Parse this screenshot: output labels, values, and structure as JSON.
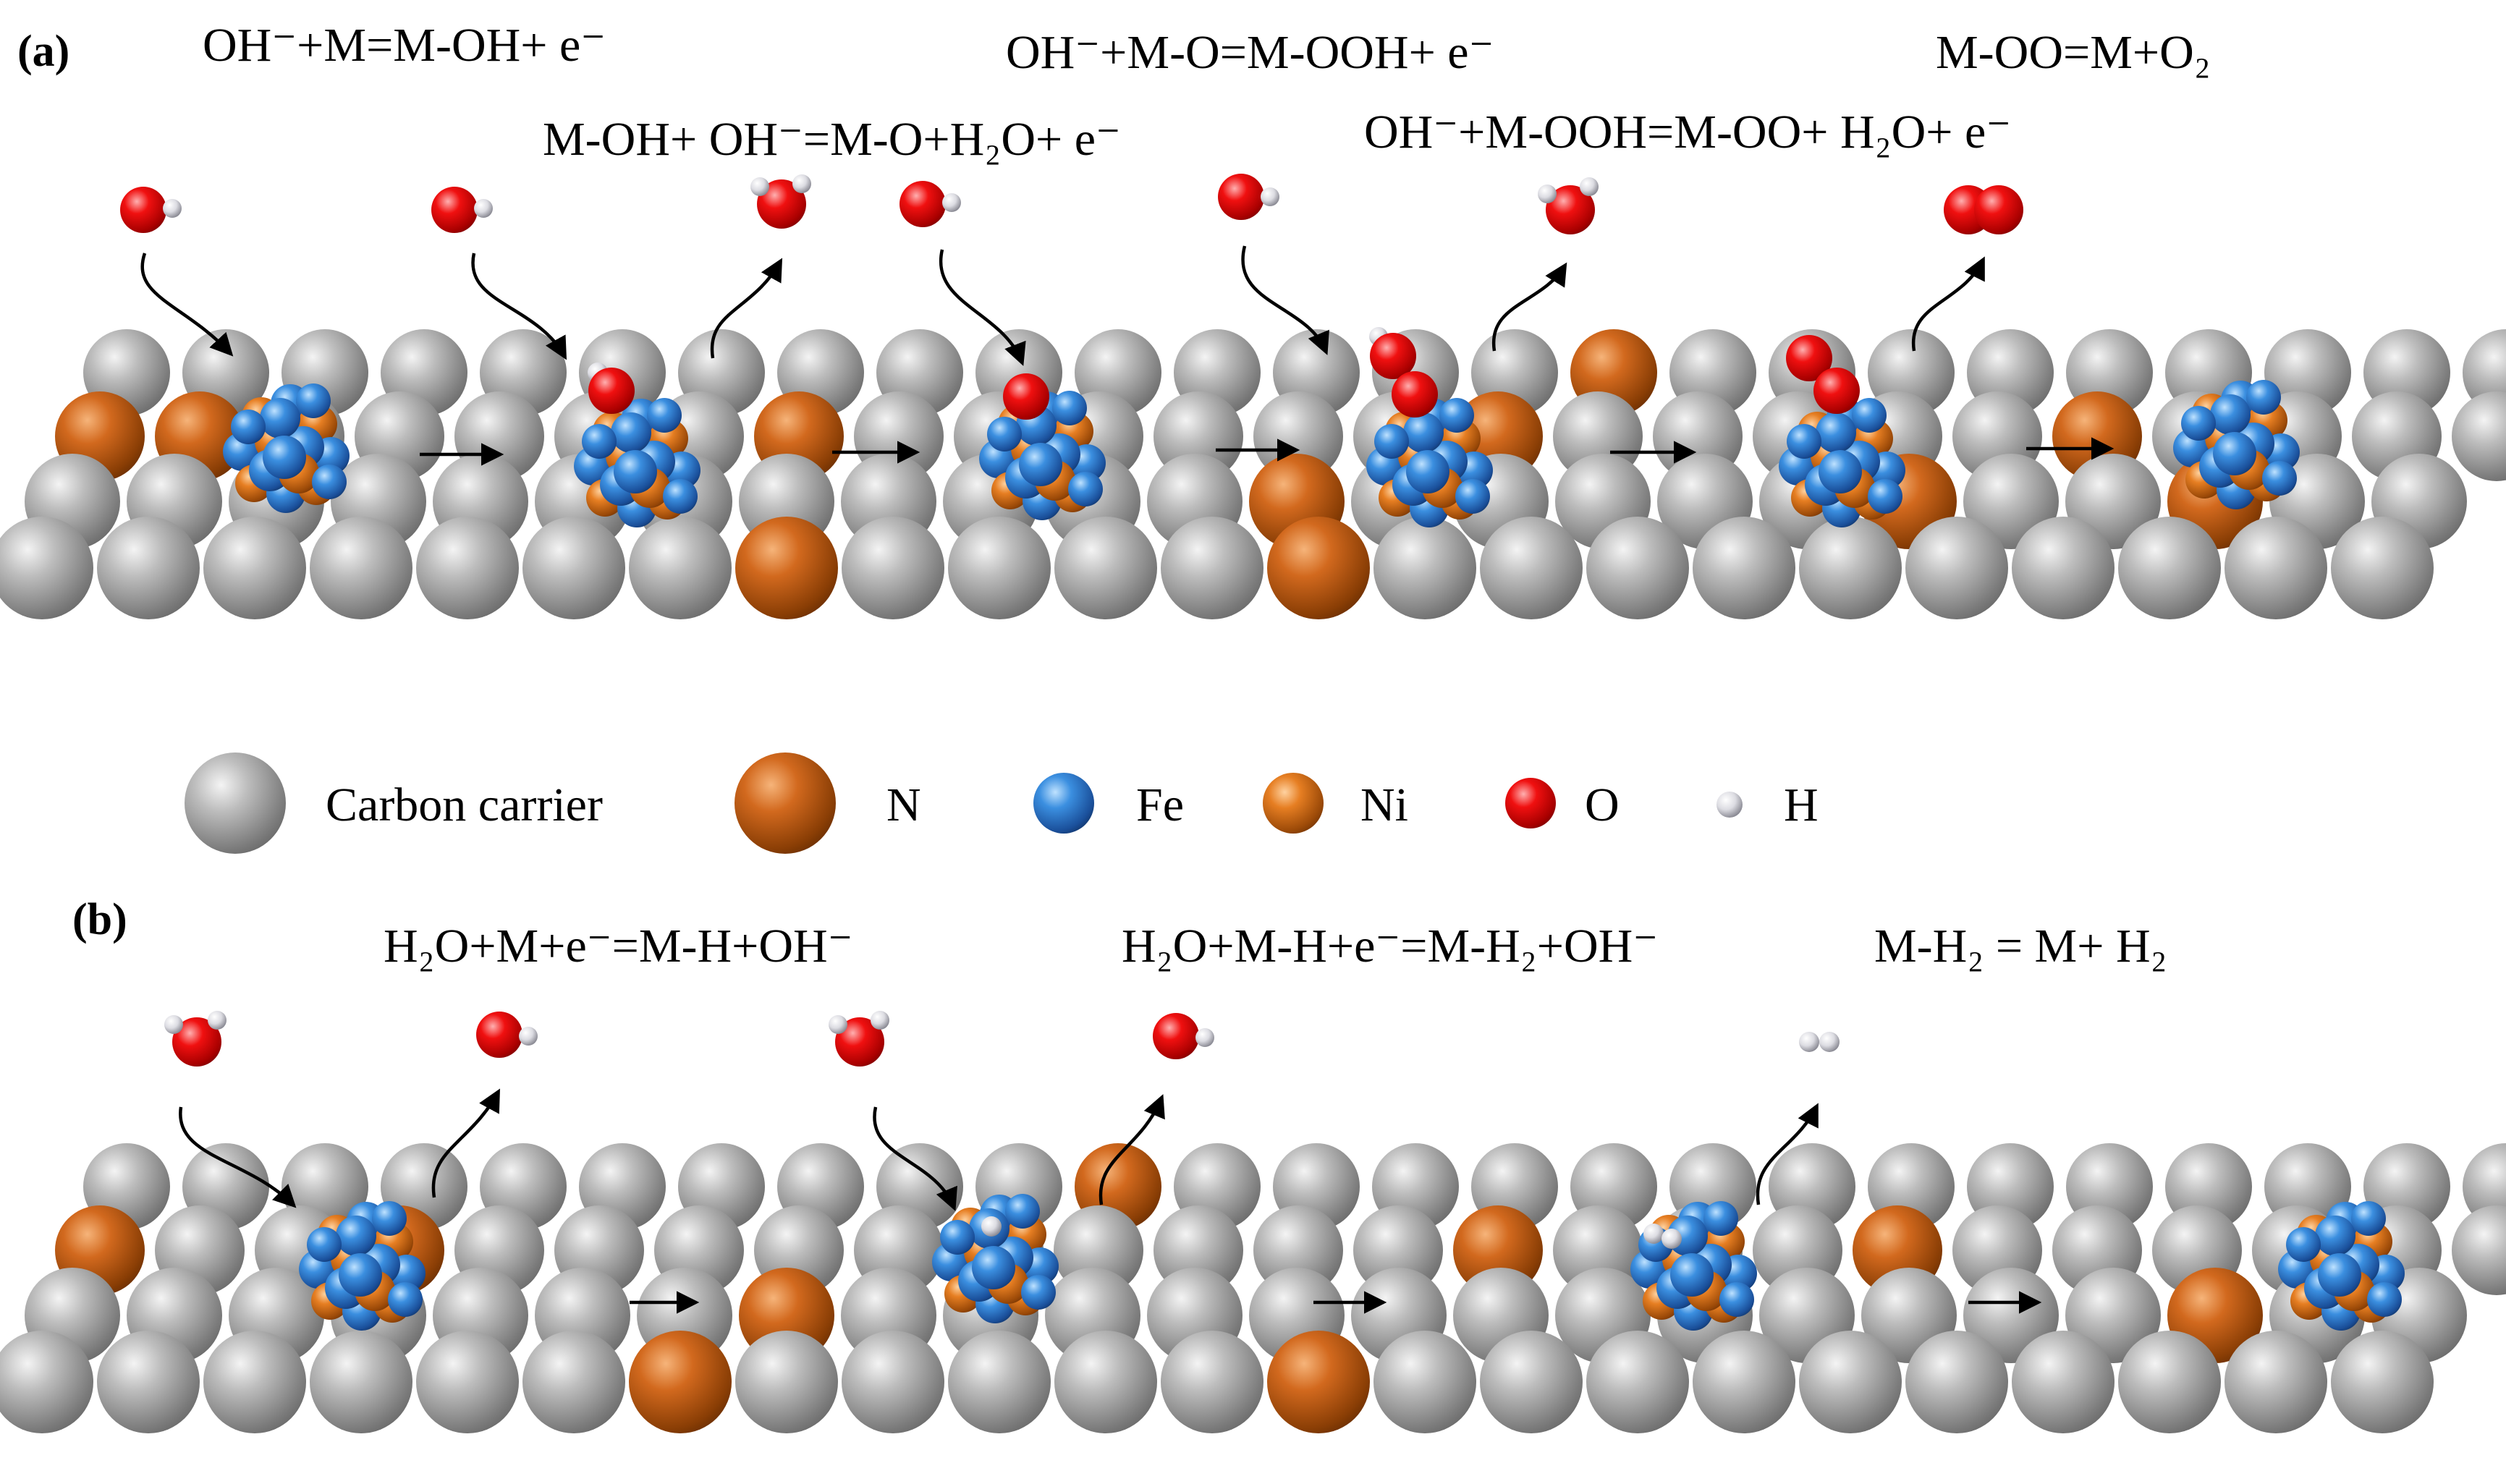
{
  "panels": {
    "a": {
      "label": "(a)",
      "steps": [
        {
          "equation": "OH⁻+M=M-OH+ e⁻"
        },
        {
          "equation": "M-OH+ OH⁻=M-O+H₂O+ e⁻"
        },
        {
          "equation": "OH⁻+M-O=M-OOH+ e⁻"
        },
        {
          "equation": "OH⁻+M-OOH=M-OO+ H₂O+ e⁻"
        },
        {
          "equation": "M-OO=M+O₂"
        }
      ]
    },
    "b": {
      "label": "(b)",
      "steps": [
        {
          "equation": "H₂O+M+e⁻=M-H+OH⁻"
        },
        {
          "equation": "H₂O+M-H+e⁻=M-H₂+OH⁻"
        },
        {
          "equation": "M-H₂ = M+ H₂"
        }
      ]
    }
  },
  "legend": [
    {
      "key": "carbon",
      "label": "Carbon carrier"
    },
    {
      "key": "n",
      "label": "N"
    },
    {
      "key": "fe",
      "label": "Fe"
    },
    {
      "key": "ni",
      "label": "Ni"
    },
    {
      "key": "o",
      "label": "O"
    },
    {
      "key": "h",
      "label": "H"
    }
  ],
  "colors": {
    "carbon": "#a9a9a9",
    "nitrogen": "#c05a0c",
    "iron": "#2f7fd0",
    "nickel": "#d9731c",
    "oxygen": "#e81818",
    "hydrogen": "#e6e6ea",
    "arrow": "#000000",
    "background": "#ffffff"
  }
}
